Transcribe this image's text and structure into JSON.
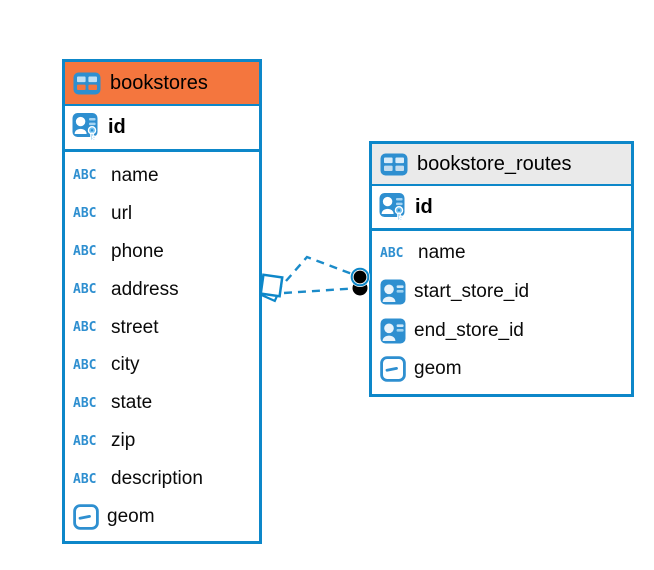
{
  "icons": {
    "text_glyph": "ABC",
    "table_icon": "table-grid",
    "pk_icon": "id-card-with-key",
    "fk_icon": "id-card",
    "geometry_icon": "geometry-box"
  },
  "colors": {
    "table_border": "#0D87C9",
    "bookstores_header_bg": "#F4763E",
    "routes_header_bg": "#EAEAEA",
    "icon_blue": "#2E8FD0",
    "connector_blue": "#1B8BC9",
    "connector_dot": "#000000",
    "row_bg": "#FFFFFF",
    "text": "#0A0A0A"
  },
  "tables": [
    {
      "name": "bookstores",
      "primary_key": "id",
      "columns": [
        {
          "name": "name",
          "type": "text"
        },
        {
          "name": "url",
          "type": "text"
        },
        {
          "name": "phone",
          "type": "text"
        },
        {
          "name": "address",
          "type": "text"
        },
        {
          "name": "street",
          "type": "text"
        },
        {
          "name": "city",
          "type": "text"
        },
        {
          "name": "state",
          "type": "text"
        },
        {
          "name": "zip",
          "type": "text"
        },
        {
          "name": "description",
          "type": "text"
        },
        {
          "name": "geom",
          "type": "geometry"
        }
      ]
    },
    {
      "name": "bookstore_routes",
      "primary_key": "id",
      "columns": [
        {
          "name": "name",
          "type": "text"
        },
        {
          "name": "start_store_id",
          "type": "foreign-key"
        },
        {
          "name": "end_store_id",
          "type": "foreign-key"
        },
        {
          "name": "geom",
          "type": "geometry"
        }
      ]
    }
  ],
  "relationship": {
    "from_table": "bookstores",
    "to_table": "bookstore_routes",
    "style": "dashed",
    "left_end": "diamond",
    "right_end": "dots"
  }
}
